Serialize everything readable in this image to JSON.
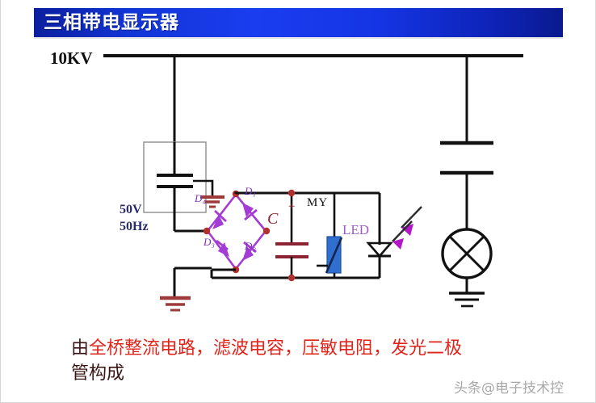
{
  "title": {
    "text": "三相带电显示器"
  },
  "schematic": {
    "bus_label": "10KV",
    "source_voltage": "50V",
    "source_frequency": "50Hz",
    "diodes": [
      {
        "id": "d1",
        "label": "D₁"
      },
      {
        "id": "d2",
        "label": "D₂"
      },
      {
        "id": "d3",
        "label": "D₃"
      },
      {
        "id": "d4",
        "label": "D₄"
      }
    ],
    "capacitor_label": "C",
    "capacitor_polarity": "+",
    "varistor_label": "MY",
    "led_label": "LED",
    "lamp_name": "indicator-lamp"
  },
  "caption": {
    "prefix": "由",
    "highlight": "全桥整流电路，滤波电容，压敏电阻，发光二极",
    "suffix_line": "管构成"
  },
  "footer": {
    "watermark": "头条@电子技术控"
  },
  "colors": {
    "title_blue": "#1a3df0",
    "wire_black": "#111111",
    "ground_red": "#9e3a3a",
    "diode_purple": "#a43bd4",
    "node_red": "#b0302e",
    "varistor_blue": "#2f6fd0",
    "caption_red": "#e2231a",
    "label_navy": "#2a2a6e"
  }
}
